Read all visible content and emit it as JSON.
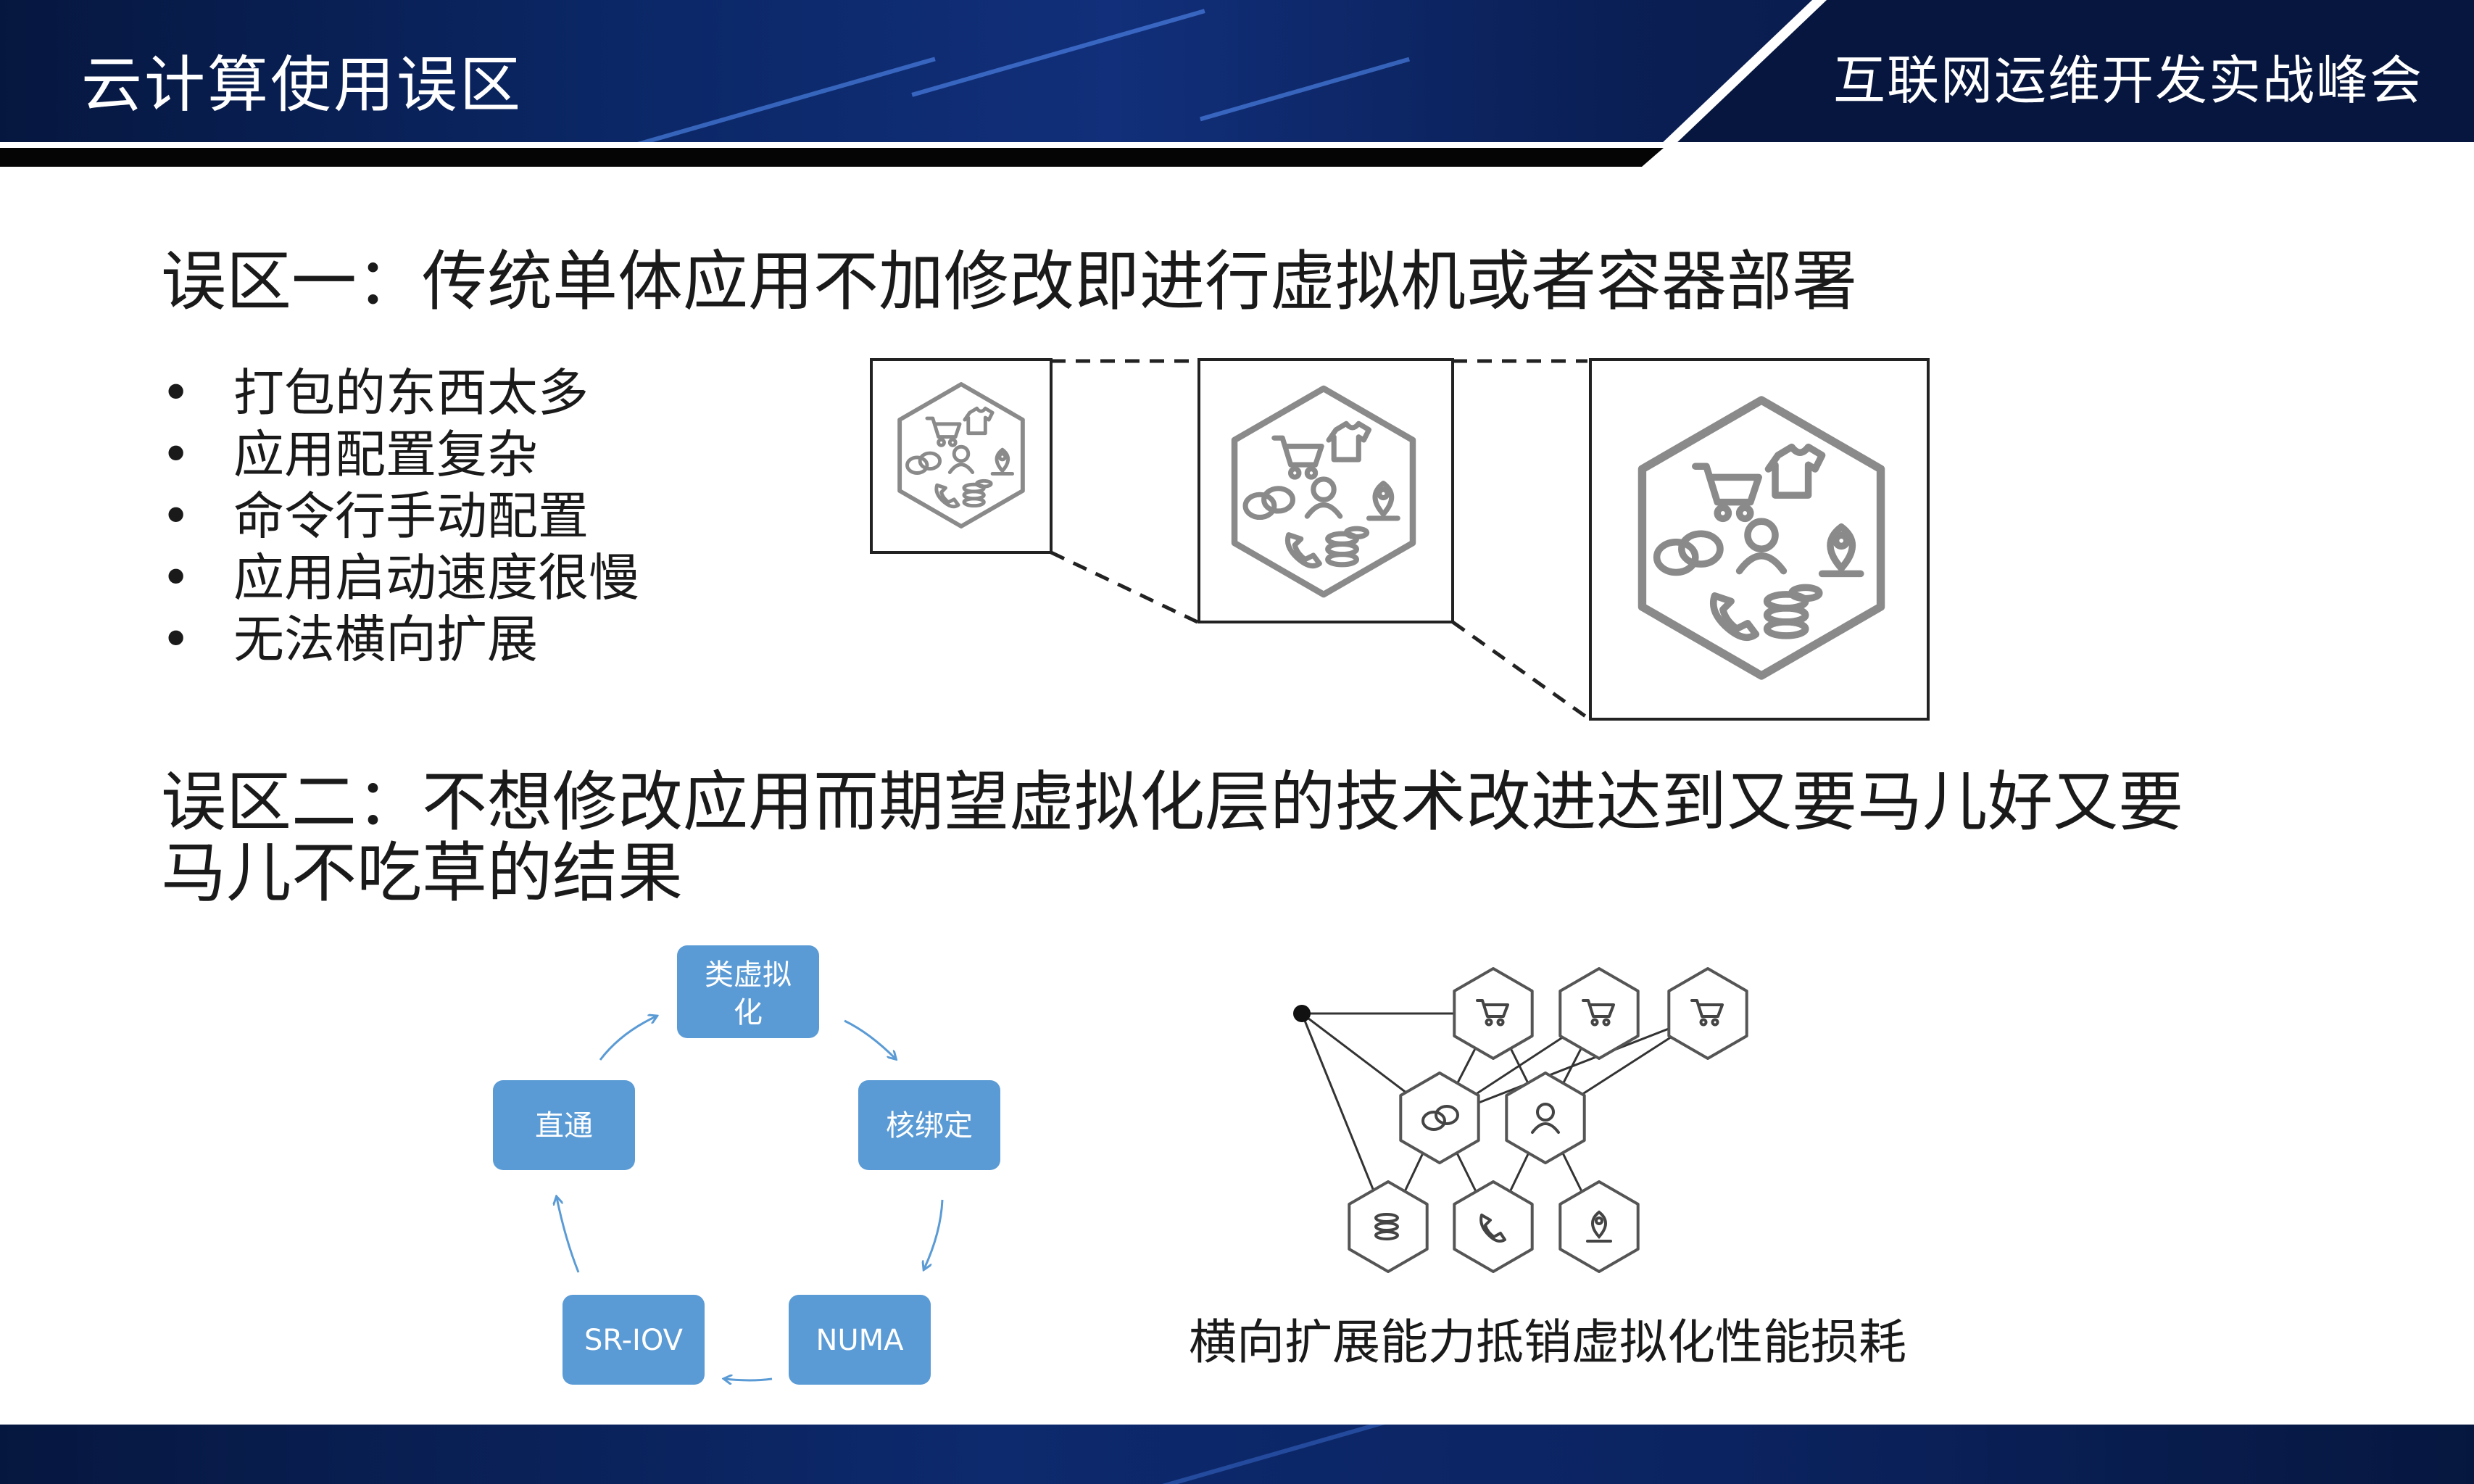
{
  "header": {
    "title": "云计算使用误区",
    "brand": "互联网运维开发实战峰会"
  },
  "section1": {
    "heading": "误区一：传统单体应用不加修改即进行虚拟机或者容器部署",
    "bullets": [
      "打包的东西太多",
      "应用配置复杂",
      "命令行手动配置",
      "应用启动速度很慢",
      "无法横向扩展"
    ]
  },
  "section2": {
    "heading_line1": "误区二：不想修改应用而期望虚拟化层的技术改进达到又要马儿好又要",
    "heading_line2": "马儿不吃草的结果"
  },
  "cycle": {
    "nodes": [
      {
        "line1": "类虚拟",
        "line2": "化"
      },
      {
        "label": "核绑定"
      },
      {
        "label": "NUMA"
      },
      {
        "label": "SR-IOV"
      },
      {
        "label": "直通"
      }
    ],
    "color": "#5b9bd5"
  },
  "network": {
    "caption": "横向扩展能力抵销虚拟化性能损耗"
  },
  "icons": [
    "cart-icon",
    "tshirt-icon",
    "chat-icon",
    "user-icon",
    "location-icon",
    "phone-icon",
    "coins-icon"
  ],
  "colors": {
    "header_bg": "#0b2766",
    "text": "#1a1a1a",
    "accent": "#5b9bd5"
  }
}
